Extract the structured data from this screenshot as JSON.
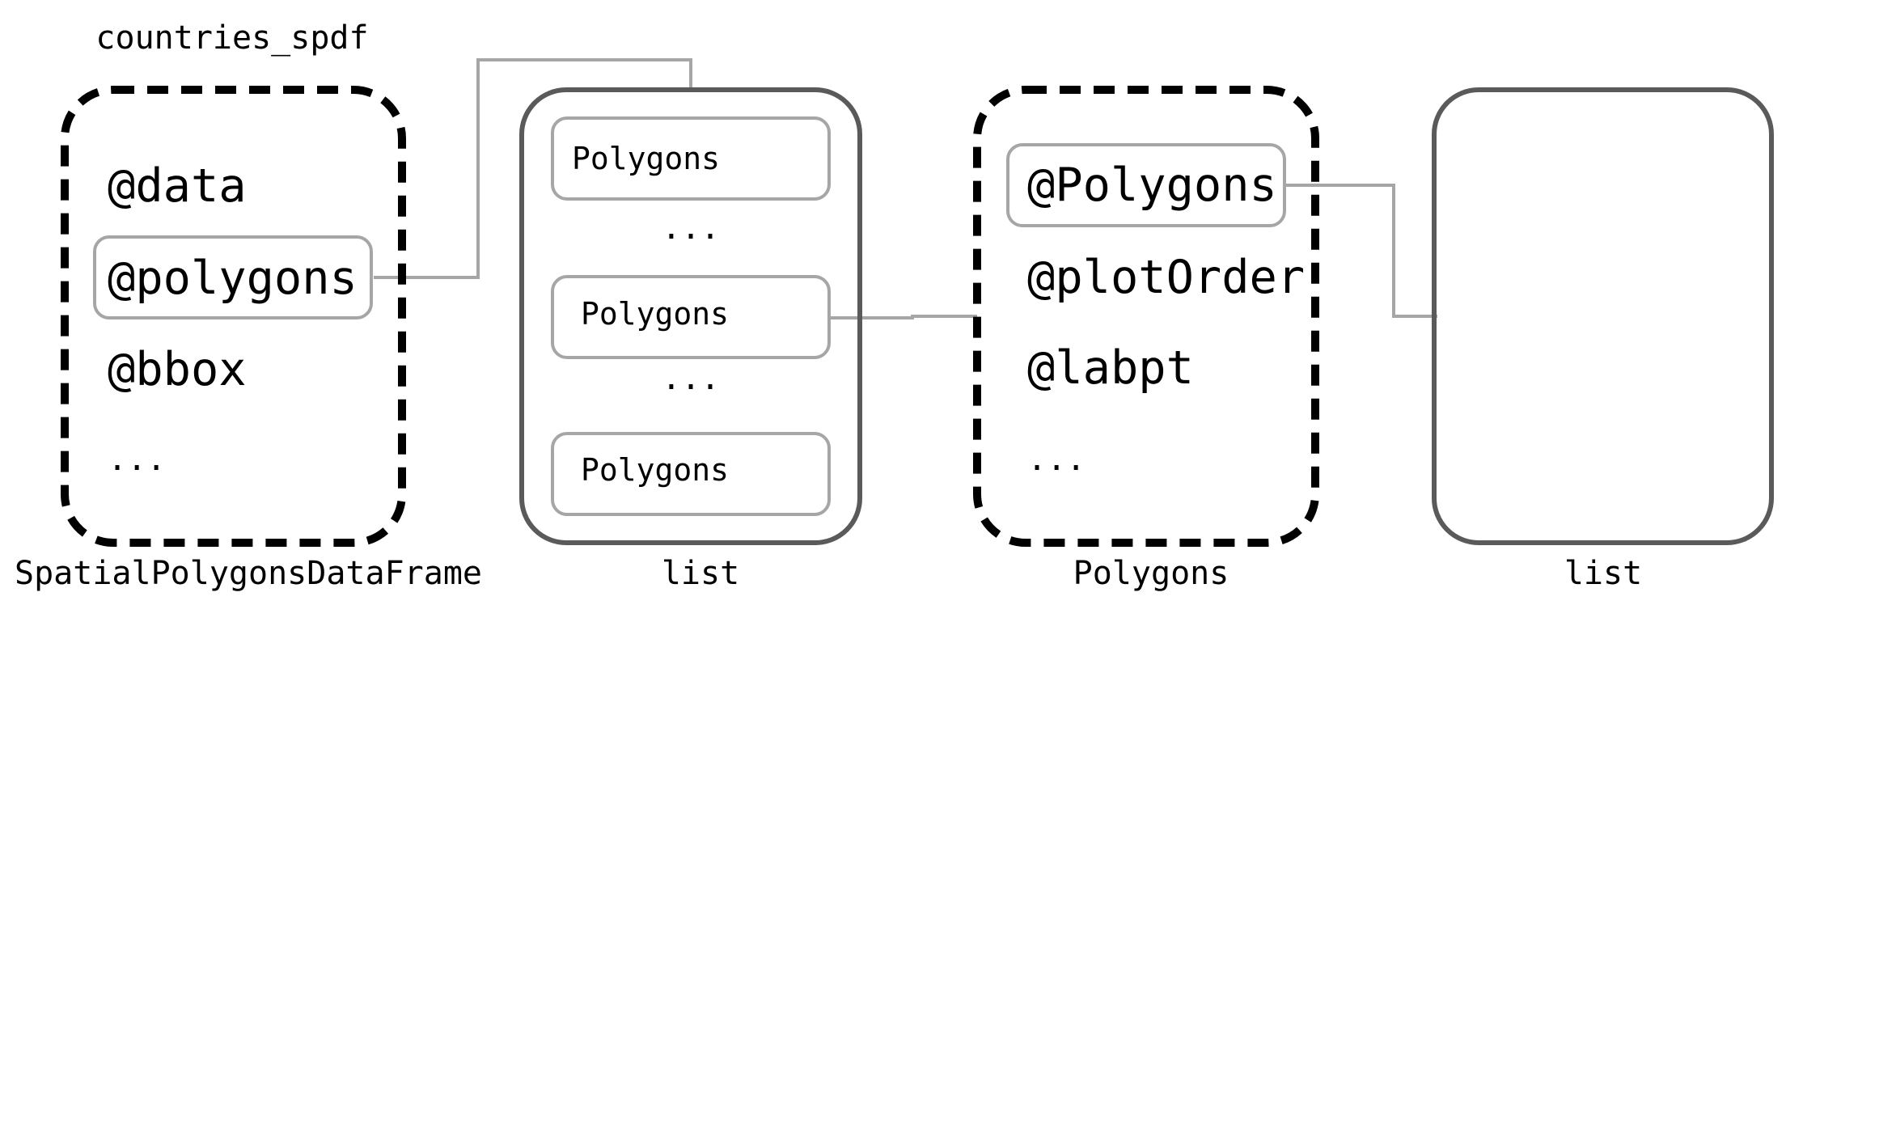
{
  "variable_name": "countries_spdf",
  "nodes": {
    "spdf": {
      "class_label": "SpatialPolygonsDataFrame",
      "slots": [
        "@data",
        "@polygons",
        "@bbox"
      ],
      "more": "..."
    },
    "list1": {
      "class_label": "list",
      "items": [
        "Polygons",
        "Polygons",
        "Polygons"
      ],
      "more": [
        "...",
        "..."
      ]
    },
    "polygons": {
      "class_label": "Polygons",
      "slots": [
        "@Polygons",
        "@plotOrder",
        "@labpt"
      ],
      "more": "..."
    },
    "list2": {
      "class_label": "list"
    }
  },
  "colors": {
    "s4_border": "#000000",
    "list_border": "#5a5a5a",
    "highlight_border": "#a6a6a6",
    "connector": "#a6a6a6"
  }
}
